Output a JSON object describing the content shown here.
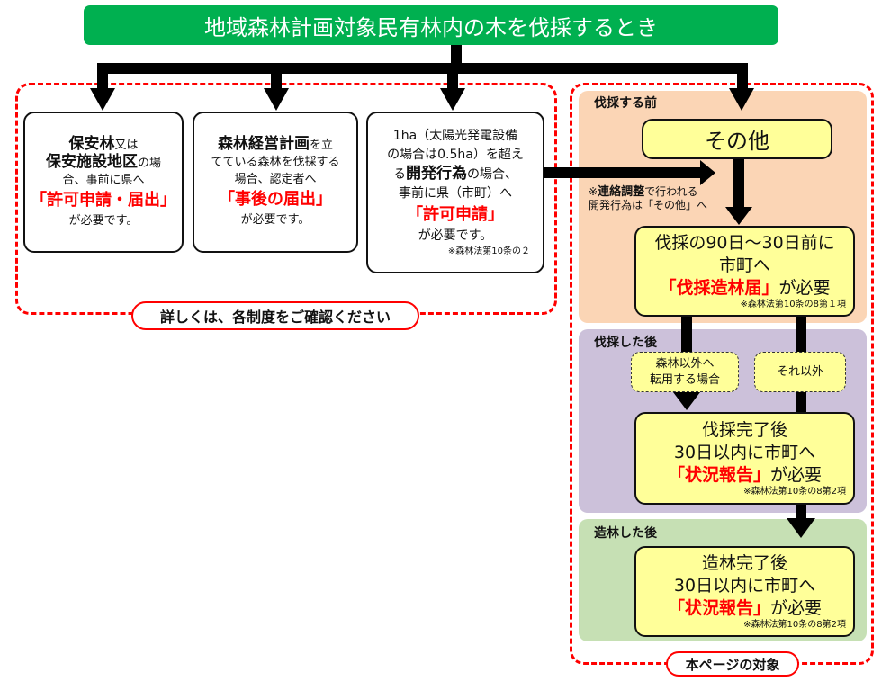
{
  "title": "地域森林計画対象民有林内の木を伐採するとき",
  "colors": {
    "title_bg": "#00b050",
    "dashed_border": "#ff0000",
    "emphasis": "#ff0000",
    "phase_before": "#fbd5b5",
    "phase_after_cut": "#ccc1da",
    "phase_after_plant": "#c6e0b4",
    "box_yellow": "#ffff99"
  },
  "left_group": {
    "boxes": [
      {
        "bold1": "保安林",
        "text1": "又は",
        "bold2": "保安施設地区",
        "text2": "の場",
        "text3": "合、事前に県へ",
        "emphasis": "「許可申請・届出」",
        "text4": "が必要です。"
      },
      {
        "bold1": "森林経営計画",
        "text1": "を立",
        "text2": "てている森林を伐採する",
        "text3": "場合、認定者へ",
        "emphasis": "「事後の届出」",
        "text4": "が必要です。"
      },
      {
        "line1": "1ha（太陽光発電設備",
        "line2": "の場合は0.5ha）を超え",
        "pre3": "る",
        "bold3": "開発行為",
        "post3": "の場合、",
        "line4": "事前に県（市町）へ",
        "emphasis": "「許可申請」",
        "text5": "が必要です。",
        "note": "※森林法第10条の２"
      }
    ],
    "footer_pill": "詳しくは、各制度をご確認ください"
  },
  "right_group": {
    "phases": [
      {
        "label": "伐採する前",
        "other_box": "その他",
        "side_note_prefix": "※",
        "side_note_bold": "連絡調整",
        "side_note_line1_rest": "で行われる",
        "side_note_line2": "開発行為は「その他」へ",
        "main_box": {
          "line1": "伐採の90日～30日前に",
          "line2": "市町へ",
          "emphasis": "「伐採造林届」",
          "suffix": "が必要",
          "note": "※森林法第10条の8第１項"
        }
      },
      {
        "label": "伐採した後",
        "branch_left": [
          "森林以外へ",
          "転用する場合"
        ],
        "branch_right": "それ以外",
        "main_box": {
          "line1": "伐採完了後",
          "line2": "30日以内に市町へ",
          "emphasis": "「状況報告」",
          "suffix": "が必要",
          "note": "※森林法第10条の8第2項"
        }
      },
      {
        "label": "造林した後",
        "main_box": {
          "line1": "造林完了後",
          "line2": "30日以内に市町へ",
          "emphasis": "「状況報告」",
          "suffix": "が必要",
          "note": "※森林法第10条の8第2項"
        }
      }
    ],
    "footer_pill": "本ページの対象"
  }
}
